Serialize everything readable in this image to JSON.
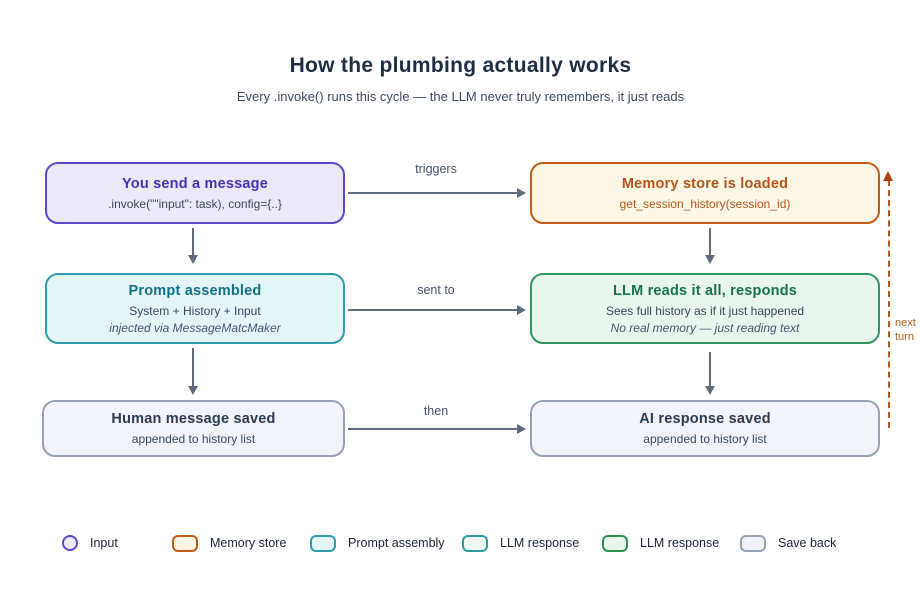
{
  "header": {
    "title": "How the plumbing actually works",
    "subtitle": "Every .invoke() runs this cycle — the LLM never truly remembers, it just reads"
  },
  "colors": {
    "input_accent": "#5a49c8",
    "memory_accent": "#c25b16",
    "prompt_accent": "#2e9cac",
    "llm_response_accent": "#2e9150",
    "save_back_accent": "#97a0b4",
    "arrow": "#606b7d",
    "next_turn_accent": "#b0591e"
  },
  "boxes": {
    "send": {
      "title": "You send a message",
      "code": ".invoke(\"\"input\": task), config={..}"
    },
    "memory": {
      "title": "Memory store is loaded",
      "code": "get_session_history(session_id)"
    },
    "prompt": {
      "title": "Prompt assembled",
      "line1": "System + History + Input",
      "line2": "injected via MessageMatcMaker"
    },
    "llm": {
      "title": "LLM reads it all, responds",
      "line1": "Sees full history as if it just happened",
      "line2": "No real memory — just reading text"
    },
    "human": {
      "title": "Human message saved",
      "line1": "appended to history list"
    },
    "ai": {
      "title": "AI response saved",
      "line1": "appended to history list"
    }
  },
  "arrows": {
    "row1_label": "triggers",
    "row2_label": "sent to",
    "row3_label": "then",
    "feedback_label": "next turn"
  },
  "legend": {
    "items": [
      {
        "label": "Input"
      },
      {
        "label": "Memory store"
      },
      {
        "label": "Prompt assembly"
      },
      {
        "label": "LLM response"
      },
      {
        "label": "LLM response"
      },
      {
        "label": "Save back"
      }
    ]
  }
}
